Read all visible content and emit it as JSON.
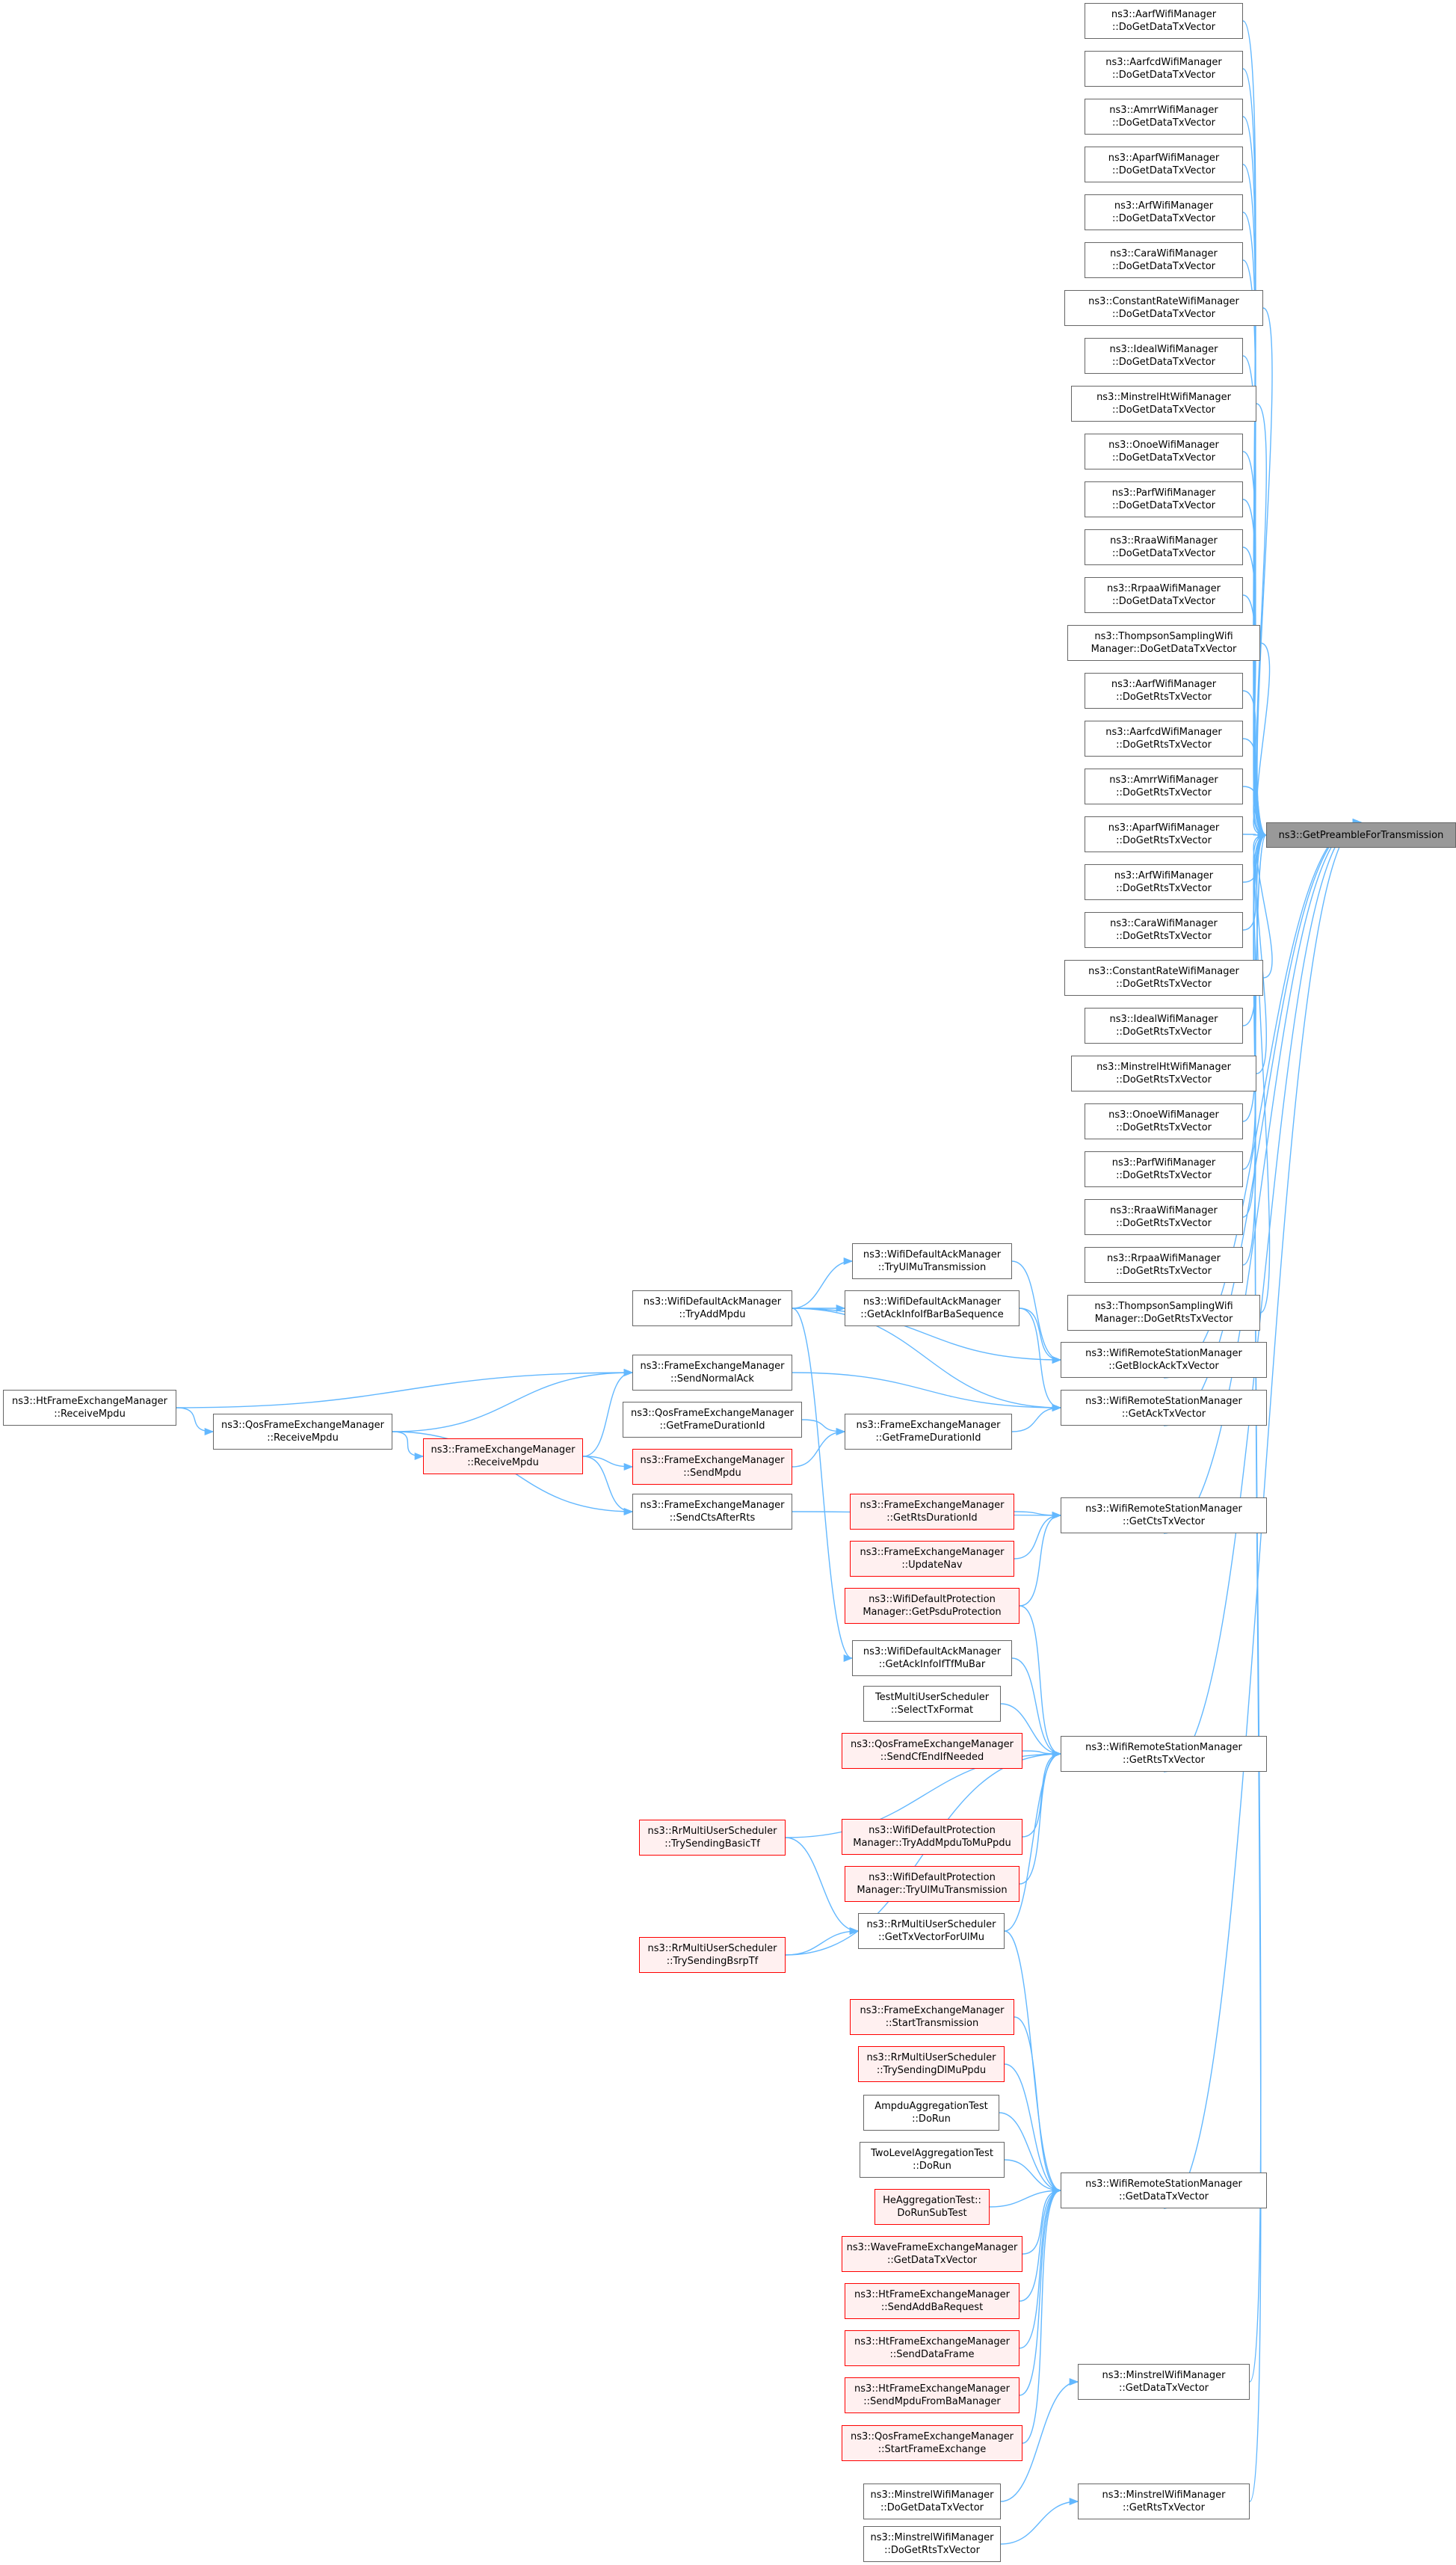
{
  "root": {
    "id": "root",
    "lines": [
      "ns3::GetPreambleForTransmission"
    ]
  },
  "nodes": [
    {
      "id": "aarf_data",
      "lines": [
        "ns3::AarfWifiManager",
        "::DoGetDataTxVector"
      ]
    },
    {
      "id": "aarfcd_data",
      "lines": [
        "ns3::AarfcdWifiManager",
        "::DoGetDataTxVector"
      ]
    },
    {
      "id": "amrr_data",
      "lines": [
        "ns3::AmrrWifiManager",
        "::DoGetDataTxVector"
      ]
    },
    {
      "id": "aparf_data",
      "lines": [
        "ns3::AparfWifiManager",
        "::DoGetDataTxVector"
      ]
    },
    {
      "id": "arf_data",
      "lines": [
        "ns3::ArfWifiManager",
        "::DoGetDataTxVector"
      ]
    },
    {
      "id": "cara_data",
      "lines": [
        "ns3::CaraWifiManager",
        "::DoGetDataTxVector"
      ]
    },
    {
      "id": "constrate_data",
      "lines": [
        "ns3::ConstantRateWifiManager",
        "::DoGetDataTxVector"
      ]
    },
    {
      "id": "ideal_data",
      "lines": [
        "ns3::IdealWifiManager",
        "::DoGetDataTxVector"
      ]
    },
    {
      "id": "minstrelht_data",
      "lines": [
        "ns3::MinstrelHtWifiManager",
        "::DoGetDataTxVector"
      ]
    },
    {
      "id": "onoe_data",
      "lines": [
        "ns3::OnoeWifiManager",
        "::DoGetDataTxVector"
      ]
    },
    {
      "id": "parf_data",
      "lines": [
        "ns3::ParfWifiManager",
        "::DoGetDataTxVector"
      ]
    },
    {
      "id": "rraa_data",
      "lines": [
        "ns3::RraaWifiManager",
        "::DoGetDataTxVector"
      ]
    },
    {
      "id": "rrpaa_data",
      "lines": [
        "ns3::RrpaaWifiManager",
        "::DoGetDataTxVector"
      ]
    },
    {
      "id": "thompson_data",
      "lines": [
        "ns3::ThompsonSamplingWifi",
        "Manager::DoGetDataTxVector"
      ]
    },
    {
      "id": "aarf_rts",
      "lines": [
        "ns3::AarfWifiManager",
        "::DoGetRtsTxVector"
      ]
    },
    {
      "id": "aarfcd_rts",
      "lines": [
        "ns3::AarfcdWifiManager",
        "::DoGetRtsTxVector"
      ]
    },
    {
      "id": "amrr_rts",
      "lines": [
        "ns3::AmrrWifiManager",
        "::DoGetRtsTxVector"
      ]
    },
    {
      "id": "aparf_rts",
      "lines": [
        "ns3::AparfWifiManager",
        "::DoGetRtsTxVector"
      ]
    },
    {
      "id": "arf_rts",
      "lines": [
        "ns3::ArfWifiManager",
        "::DoGetRtsTxVector"
      ]
    },
    {
      "id": "cara_rts",
      "lines": [
        "ns3::CaraWifiManager",
        "::DoGetRtsTxVector"
      ]
    },
    {
      "id": "constrate_rts",
      "lines": [
        "ns3::ConstantRateWifiManager",
        "::DoGetRtsTxVector"
      ]
    },
    {
      "id": "ideal_rts",
      "lines": [
        "ns3::IdealWifiManager",
        "::DoGetRtsTxVector"
      ]
    },
    {
      "id": "minstrelht_rts",
      "lines": [
        "ns3::MinstrelHtWifiManager",
        "::DoGetRtsTxVector"
      ]
    },
    {
      "id": "onoe_rts",
      "lines": [
        "ns3::OnoeWifiManager",
        "::DoGetRtsTxVector"
      ]
    },
    {
      "id": "parf_rts",
      "lines": [
        "ns3::ParfWifiManager",
        "::DoGetRtsTxVector"
      ]
    },
    {
      "id": "rraa_rts",
      "lines": [
        "ns3::RraaWifiManager",
        "::DoGetRtsTxVector"
      ]
    },
    {
      "id": "rrpaa_rts",
      "lines": [
        "ns3::RrpaaWifiManager",
        "::DoGetRtsTxVector"
      ]
    },
    {
      "id": "thompson_rts",
      "lines": [
        "ns3::ThompsonSamplingWifi",
        "Manager::DoGetRtsTxVector"
      ]
    },
    {
      "id": "wrsm_blockack",
      "lines": [
        "ns3::WifiRemoteStationManager",
        "::GetBlockAckTxVector"
      ]
    },
    {
      "id": "wrsm_ack",
      "lines": [
        "ns3::WifiRemoteStationManager",
        "::GetAckTxVector"
      ]
    },
    {
      "id": "wrsm_cts",
      "lines": [
        "ns3::WifiRemoteStationManager",
        "::GetCtsTxVector"
      ]
    },
    {
      "id": "wrsm_rts",
      "lines": [
        "ns3::WifiRemoteStationManager",
        "::GetRtsTxVector"
      ]
    },
    {
      "id": "wrsm_data",
      "lines": [
        "ns3::WifiRemoteStationManager",
        "::GetDataTxVector"
      ]
    },
    {
      "id": "minstrel_getdata",
      "lines": [
        "ns3::MinstrelWifiManager",
        "::GetDataTxVector"
      ]
    },
    {
      "id": "minstrel_getrts",
      "lines": [
        "ns3::MinstrelWifiManager",
        "::GetRtsTxVector"
      ]
    },
    {
      "id": "wdam_tryulmu",
      "lines": [
        "ns3::WifiDefaultAckManager",
        "::TryUlMuTransmission"
      ]
    },
    {
      "id": "wdam_getackbar",
      "lines": [
        "ns3::WifiDefaultAckManager",
        "::GetAckInfoIfBarBaSequence"
      ]
    },
    {
      "id": "wdam_tryadd",
      "lines": [
        "ns3::WifiDefaultAckManager",
        "::TryAddMpdu"
      ]
    },
    {
      "id": "fem_sendnormalack",
      "lines": [
        "ns3::FrameExchangeManager",
        "::SendNormalAck"
      ]
    },
    {
      "id": "qfem_getframedur",
      "lines": [
        "ns3::QosFrameExchangeManager",
        "::GetFrameDurationId"
      ]
    },
    {
      "id": "fem_getframedur",
      "lines": [
        "ns3::FrameExchangeManager",
        "::GetFrameDurationId"
      ]
    },
    {
      "id": "fem_sendmpdu",
      "lines": [
        "ns3::FrameExchangeManager",
        "::SendMpdu"
      ],
      "red": true
    },
    {
      "id": "fem_receivempdu",
      "lines": [
        "ns3::FrameExchangeManager",
        "::ReceiveMpdu"
      ],
      "red": true
    },
    {
      "id": "fem_sendcts",
      "lines": [
        "ns3::FrameExchangeManager",
        "::SendCtsAfterRts"
      ]
    },
    {
      "id": "qfem_receivempdu",
      "lines": [
        "ns3::QosFrameExchangeManager",
        "::ReceiveMpdu"
      ]
    },
    {
      "id": "htfem_receivempdu",
      "lines": [
        "ns3::HtFrameExchangeManager",
        "::ReceiveMpdu"
      ]
    },
    {
      "id": "fem_getrtsdur",
      "lines": [
        "ns3::FrameExchangeManager",
        "::GetRtsDurationId"
      ],
      "red": true
    },
    {
      "id": "fem_updatenav",
      "lines": [
        "ns3::FrameExchangeManager",
        "::UpdateNav"
      ],
      "red": true
    },
    {
      "id": "wdpm_getpsdu",
      "lines": [
        "ns3::WifiDefaultProtection",
        "Manager::GetPsduProtection"
      ],
      "red": true
    },
    {
      "id": "wdam_getacktf",
      "lines": [
        "ns3::WifiDefaultAckManager",
        "::GetAckInfoIfTfMuBar"
      ]
    },
    {
      "id": "testmus_select",
      "lines": [
        "TestMultiUserScheduler",
        "::SelectTxFormat"
      ]
    },
    {
      "id": "qfem_sendcfend",
      "lines": [
        "ns3::QosFrameExchangeManager",
        "::SendCfEndIfNeeded"
      ],
      "red": true
    },
    {
      "id": "wdpm_tryaddmpdu",
      "lines": [
        "ns3::WifiDefaultProtection",
        "Manager::TryAddMpduToMuPpdu"
      ],
      "red": true
    },
    {
      "id": "wdpm_tryulmu",
      "lines": [
        "ns3::WifiDefaultProtection",
        "Manager::TryUlMuTransmission"
      ],
      "red": true
    },
    {
      "id": "rrmus_basictf",
      "lines": [
        "ns3::RrMultiUserScheduler",
        "::TrySendingBasicTf"
      ],
      "red": true
    },
    {
      "id": "rrmus_gettxvec",
      "lines": [
        "ns3::RrMultiUserScheduler",
        "::GetTxVectorForUlMu"
      ]
    },
    {
      "id": "rrmus_bsrptf",
      "lines": [
        "ns3::RrMultiUserScheduler",
        "::TrySendingBsrpTf"
      ],
      "red": true
    },
    {
      "id": "fem_starttx",
      "lines": [
        "ns3::FrameExchangeManager",
        "::StartTransmission"
      ],
      "red": true
    },
    {
      "id": "rrmus_dlmu",
      "lines": [
        "ns3::RrMultiUserScheduler",
        "::TrySendingDlMuPpdu"
      ],
      "red": true
    },
    {
      "id": "ampdu_dorun",
      "lines": [
        "AmpduAggregationTest",
        "::DoRun"
      ]
    },
    {
      "id": "twolevel_dorun",
      "lines": [
        "TwoLevelAggregationTest",
        "::DoRun"
      ]
    },
    {
      "id": "heagg_subtest",
      "lines": [
        "HeAggregationTest::",
        "DoRunSubTest"
      ],
      "red": true
    },
    {
      "id": "wave_getdata",
      "lines": [
        "ns3::WaveFrameExchangeManager",
        "::GetDataTxVector"
      ],
      "red": true
    },
    {
      "id": "htfem_addba",
      "lines": [
        "ns3::HtFrameExchangeManager",
        "::SendAddBaRequest"
      ],
      "red": true
    },
    {
      "id": "htfem_dataframe",
      "lines": [
        "ns3::HtFrameExchangeManager",
        "::SendDataFrame"
      ],
      "red": true
    },
    {
      "id": "htfem_fromba",
      "lines": [
        "ns3::HtFrameExchangeManager",
        "::SendMpduFromBaManager"
      ],
      "red": true
    },
    {
      "id": "qfem_startframe",
      "lines": [
        "ns3::QosFrameExchangeManager",
        "::StartFrameExchange"
      ],
      "red": true
    },
    {
      "id": "minstrel_dogetdata",
      "lines": [
        "ns3::MinstrelWifiManager",
        "::DoGetDataTxVector"
      ]
    },
    {
      "id": "minstrel_dogetrts",
      "lines": [
        "ns3::MinstrelWifiManager",
        "::DoGetRtsTxVector"
      ]
    }
  ],
  "edges": [
    [
      "aarf_data",
      "root"
    ],
    [
      "aarfcd_data",
      "root"
    ],
    [
      "amrr_data",
      "root"
    ],
    [
      "aparf_data",
      "root"
    ],
    [
      "arf_data",
      "root"
    ],
    [
      "cara_data",
      "root"
    ],
    [
      "constrate_data",
      "root"
    ],
    [
      "ideal_data",
      "root"
    ],
    [
      "minstrelht_data",
      "root"
    ],
    [
      "onoe_data",
      "root"
    ],
    [
      "parf_data",
      "root"
    ],
    [
      "rraa_data",
      "root"
    ],
    [
      "rrpaa_data",
      "root"
    ],
    [
      "thompson_data",
      "root"
    ],
    [
      "aarf_rts",
      "root"
    ],
    [
      "aarfcd_rts",
      "root"
    ],
    [
      "amrr_rts",
      "root"
    ],
    [
      "aparf_rts",
      "root"
    ],
    [
      "arf_rts",
      "root"
    ],
    [
      "cara_rts",
      "root"
    ],
    [
      "constrate_rts",
      "root"
    ],
    [
      "ideal_rts",
      "root"
    ],
    [
      "minstrelht_rts",
      "root"
    ],
    [
      "onoe_rts",
      "root"
    ],
    [
      "parf_rts",
      "root"
    ],
    [
      "rraa_rts",
      "root"
    ],
    [
      "rrpaa_rts",
      "root"
    ],
    [
      "thompson_rts",
      "root"
    ],
    [
      "wrsm_blockack",
      "root"
    ],
    [
      "wrsm_ack",
      "root"
    ],
    [
      "wrsm_cts",
      "root"
    ],
    [
      "wrsm_rts",
      "root"
    ],
    [
      "wrsm_data",
      "root"
    ],
    [
      "minstrel_getdata",
      "root"
    ],
    [
      "minstrel_getrts",
      "root"
    ],
    [
      "wdam_tryulmu",
      "wrsm_blockack"
    ],
    [
      "wdam_getackbar",
      "wrsm_blockack"
    ],
    [
      "wdam_tryadd",
      "wrsm_blockack"
    ],
    [
      "wdam_getackbar",
      "wrsm_ack"
    ],
    [
      "wdam_tryadd",
      "wrsm_ack"
    ],
    [
      "fem_sendnormalack",
      "wrsm_ack"
    ],
    [
      "fem_getframedur",
      "wrsm_ack"
    ],
    [
      "wdam_tryadd",
      "wdam_tryulmu"
    ],
    [
      "wdam_tryadd",
      "wdam_getackbar"
    ],
    [
      "wdam_tryadd",
      "wdam_getacktf"
    ],
    [
      "qfem_getframedur",
      "fem_getframedur"
    ],
    [
      "fem_sendmpdu",
      "fem_getframedur"
    ],
    [
      "fem_receivempdu",
      "fem_sendnormalack"
    ],
    [
      "fem_receivempdu",
      "fem_sendmpdu"
    ],
    [
      "fem_receivempdu",
      "fem_sendcts"
    ],
    [
      "qfem_receivempdu",
      "fem_sendnormalack"
    ],
    [
      "qfem_receivempdu",
      "fem_receivempdu"
    ],
    [
      "qfem_receivempdu",
      "fem_sendcts"
    ],
    [
      "htfem_receivempdu",
      "qfem_receivempdu"
    ],
    [
      "htfem_receivempdu",
      "fem_sendnormalack"
    ],
    [
      "fem_sendcts",
      "wrsm_cts"
    ],
    [
      "fem_getrtsdur",
      "wrsm_cts"
    ],
    [
      "fem_updatenav",
      "wrsm_cts"
    ],
    [
      "wdpm_getpsdu",
      "wrsm_cts"
    ],
    [
      "wdpm_getpsdu",
      "wrsm_rts"
    ],
    [
      "wdam_getacktf",
      "wrsm_rts"
    ],
    [
      "testmus_select",
      "wrsm_rts"
    ],
    [
      "qfem_sendcfend",
      "wrsm_rts"
    ],
    [
      "rrmus_basictf",
      "wrsm_rts"
    ],
    [
      "wdpm_tryaddmpdu",
      "wrsm_rts"
    ],
    [
      "wdpm_tryulmu",
      "wrsm_rts"
    ],
    [
      "rrmus_gettxvec",
      "wrsm_rts"
    ],
    [
      "rrmus_bsrptf",
      "wrsm_rts"
    ],
    [
      "rrmus_basictf",
      "rrmus_gettxvec"
    ],
    [
      "rrmus_bsrptf",
      "rrmus_gettxvec"
    ],
    [
      "rrmus_gettxvec",
      "wrsm_data"
    ],
    [
      "fem_starttx",
      "wrsm_data"
    ],
    [
      "rrmus_dlmu",
      "wrsm_data"
    ],
    [
      "ampdu_dorun",
      "wrsm_data"
    ],
    [
      "twolevel_dorun",
      "wrsm_data"
    ],
    [
      "heagg_subtest",
      "wrsm_data"
    ],
    [
      "wave_getdata",
      "wrsm_data"
    ],
    [
      "htfem_addba",
      "wrsm_data"
    ],
    [
      "htfem_dataframe",
      "wrsm_data"
    ],
    [
      "htfem_fromba",
      "wrsm_data"
    ],
    [
      "qfem_startframe",
      "wrsm_data"
    ],
    [
      "minstrel_dogetdata",
      "minstrel_getdata"
    ],
    [
      "minstrel_dogetrts",
      "minstrel_getrts"
    ]
  ],
  "colors": {
    "edge": "#63b8ff",
    "node_border": "#666666",
    "red_border": "#ff0000",
    "red_fill": "#fff0f0",
    "root_fill": "#999999"
  }
}
